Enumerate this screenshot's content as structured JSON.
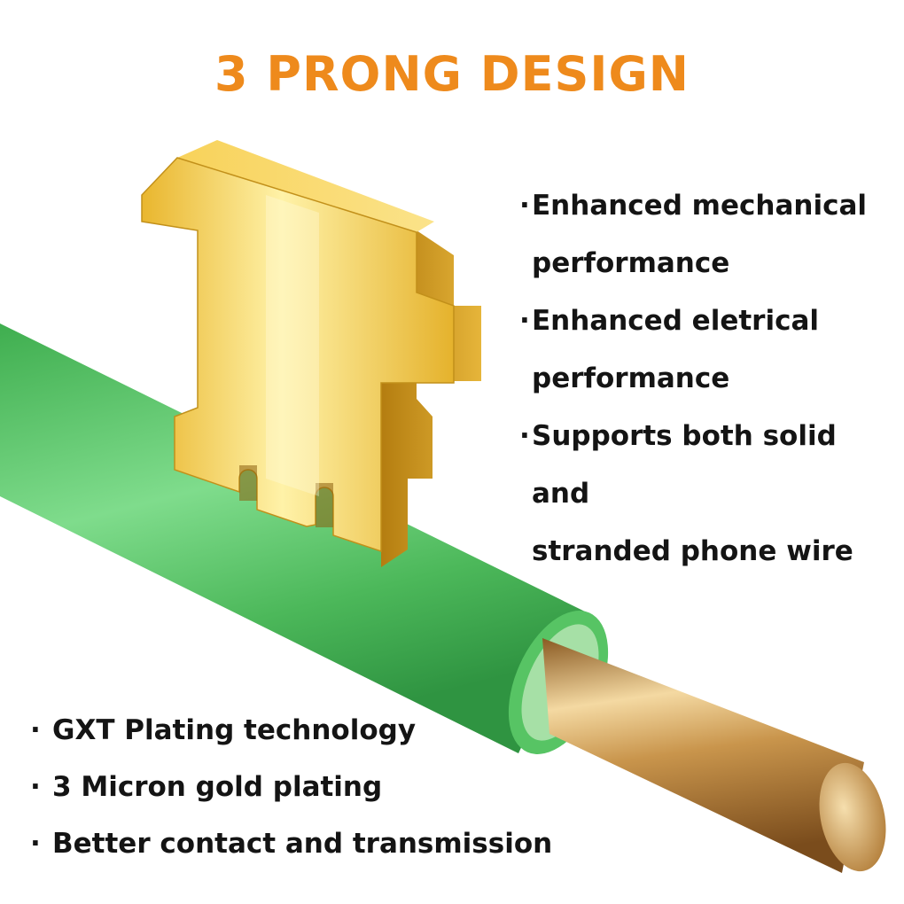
{
  "title": "3 PRONG DESIGN",
  "bullet_glyph": "·",
  "features_right": [
    {
      "line1": "Enhanced mechanical",
      "line2": "performance"
    },
    {
      "line1": "Enhanced eletrical",
      "line2": "performance"
    },
    {
      "line1": "Supports both solid and",
      "line2": "stranded phone wire"
    }
  ],
  "features_bottom": [
    "GXT Plating technology",
    "3 Micron gold plating",
    "Better contact and transmission"
  ],
  "colors": {
    "title": "#ee8a1c",
    "text": "#141414",
    "wire_insulation": "#5ec46a",
    "gold": "#f2c84b",
    "copper": "#c99a55"
  }
}
